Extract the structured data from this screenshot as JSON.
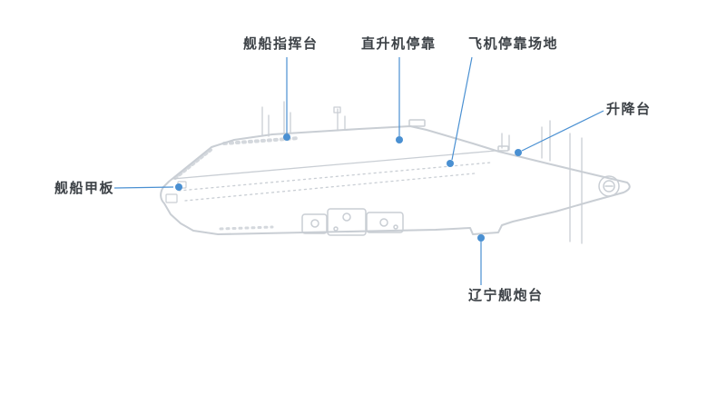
{
  "diagram": {
    "subject": "aircraft-carrier-top-view",
    "labels": {
      "command_tower": "舰船指挥台",
      "helicopter_pad": "直升机停靠",
      "aircraft_parking": "飞机停靠场地",
      "elevator": "升降台",
      "ship_deck": "舰船甲板",
      "gun_platform": "辽宁舰炮台"
    },
    "colors": {
      "accent_blue": "#4a90d2",
      "ship_gray": "#c9ced4",
      "text_dark": "#3c4146",
      "background": "#ffffff"
    }
  }
}
